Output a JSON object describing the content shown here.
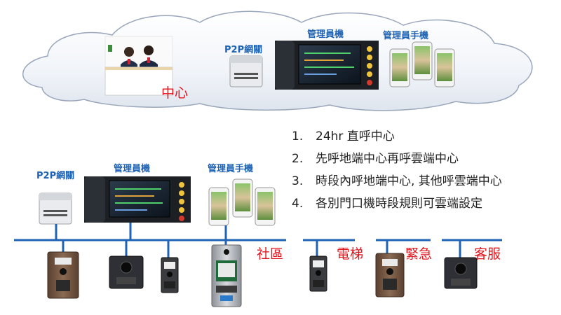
{
  "cloud": {
    "center_label": "中心",
    "gateway_label": "P2P網關",
    "admin_console_label": "管理員機",
    "admin_phone_label": "管理員手機"
  },
  "local": {
    "gateway_label": "P2P網關",
    "admin_console_label": "管理員機",
    "admin_phone_label": "管理員手機"
  },
  "zones": {
    "community": "社區",
    "elevator": "電梯",
    "emergency": "緊急",
    "service": "客服"
  },
  "rules": [
    {
      "num": "1.",
      "text": "24hr 直呼中心"
    },
    {
      "num": "2.",
      "text": "先呼地端中心再呼雲端中心"
    },
    {
      "num": "3.",
      "text": "時段內呼地端中心, 其他呼雲端中心"
    },
    {
      "num": "4.",
      "text": "各別門口機時段規則可雲端設定"
    }
  ],
  "colors": {
    "bus_line": "#1f63b4",
    "cloud_fill": "#eef2f8",
    "cloud_stroke": "#9aa6bb",
    "blue_label": "#1f63b4",
    "red_label": "#e3141c"
  }
}
